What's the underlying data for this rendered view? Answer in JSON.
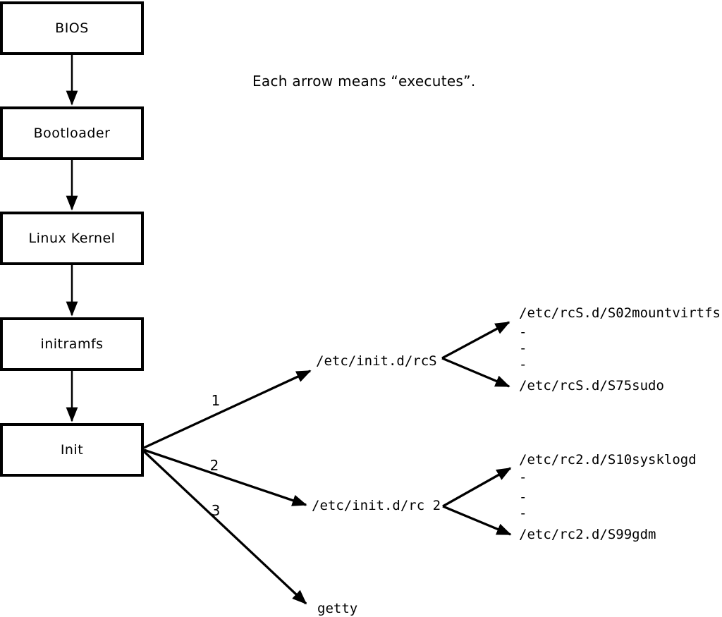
{
  "diagram": {
    "note": "Each arrow means “executes”.",
    "dash": "-",
    "boot_sequence": [
      "BIOS",
      "Bootloader",
      "Linux Kernel",
      "initramfs",
      "Init"
    ],
    "branches": {
      "rcS": {
        "number": "1",
        "script": "/etc/init.d/rcS",
        "first_child": "/etc/rcS.d/S02mountvirtfs",
        "last_child": "/etc/rcS.d/S75sudo"
      },
      "rc2": {
        "number": "2",
        "script": "/etc/init.d/rc 2",
        "first_child": "/etc/rc2.d/S10sysklogd",
        "last_child": "/etc/rc2.d/S99gdm"
      },
      "getty": {
        "number": "3",
        "script": "getty"
      }
    }
  }
}
